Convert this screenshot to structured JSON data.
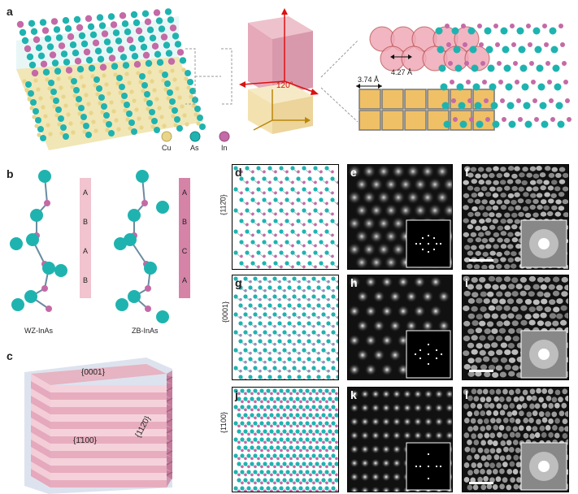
{
  "figure": {
    "panels": {
      "a": "a",
      "b": "b",
      "c": "c",
      "d": "d",
      "e": "e",
      "f": "f",
      "g": "g",
      "h": "h",
      "i": "i",
      "j": "j",
      "k": "k",
      "l": "l"
    },
    "legend": {
      "cu": "Cu",
      "as": "As",
      "in": "In"
    },
    "angle_label": "120°",
    "dist_a": "3.74 Å",
    "dist_b": "4.27 Å",
    "wz_label": "WZ-InAs",
    "zb_label": "ZB-InAs",
    "wz_stack": [
      "A",
      "B",
      "A",
      "B"
    ],
    "zb_stack": [
      "A",
      "B",
      "C",
      "A"
    ],
    "cube_top": "{0001}",
    "cube_front": "{1̄100}",
    "cube_side": "{112̄0}",
    "row_labels": [
      "{112̄0}",
      "{0001}",
      "{1̄100}"
    ],
    "colors": {
      "as": "#1fb3b0",
      "in": "#c46aa6",
      "cu": "#e8d58a",
      "pink_stack": "#f1c4cf",
      "pink_dark": "#d683a8",
      "cube_face": "#e8b2c0"
    }
  }
}
